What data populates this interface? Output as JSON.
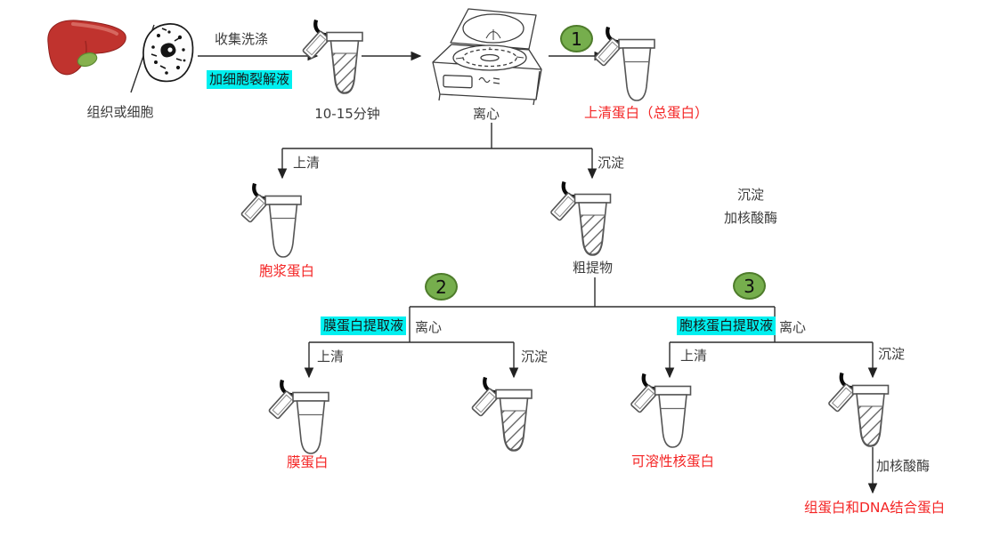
{
  "colors": {
    "step_green": "#76ae4d",
    "step_green_border": "#4e7c2b",
    "highlight_cyan": "#00f0f0",
    "label_red": "#f42525",
    "line": "#2d2d2d"
  },
  "icons": {
    "liver": "liver-icon",
    "cell": "cell-icon",
    "slash": "slash-divider",
    "centrifuge": "centrifuge-icon",
    "tube_open": "open-microtube-icon",
    "tube_pellet": "open-microtube-pellet-icon",
    "arrow": "flow-arrow"
  },
  "steps": {
    "one": "1",
    "two": "2",
    "three": "3"
  },
  "top_row": {
    "source_label": "组织或细胞",
    "collect_wash": "收集洗涤",
    "add_lysis_buffer": "加细胞裂解液",
    "incubate_time": "10-15分钟",
    "centrifuge_label": "离心",
    "total_protein_label": "上清蛋白（总蛋白）"
  },
  "split1": {
    "supernatant": "上清",
    "precipitate": "沉淀",
    "cytoplasmic_protein": "胞浆蛋白",
    "crude_extract": "粗提物"
  },
  "side_note": {
    "line1": "沉淀",
    "line2": "加核酸酶"
  },
  "split2": {
    "extract_buffer": "膜蛋白提取液",
    "centrifuge_label": "离心",
    "supernatant": "上清",
    "precipitate": "沉淀",
    "membrane_protein": "膜蛋白"
  },
  "split3": {
    "extract_buffer": "胞核蛋白提取液",
    "centrifuge_label": "离心",
    "supernatant": "上清",
    "precipitate": "沉淀",
    "soluble_nuclear_protein": "可溶性核蛋白",
    "add_nuclease": "加核酸酶",
    "histone_dna_binding_protein": "组蛋白和DNA结合蛋白"
  }
}
